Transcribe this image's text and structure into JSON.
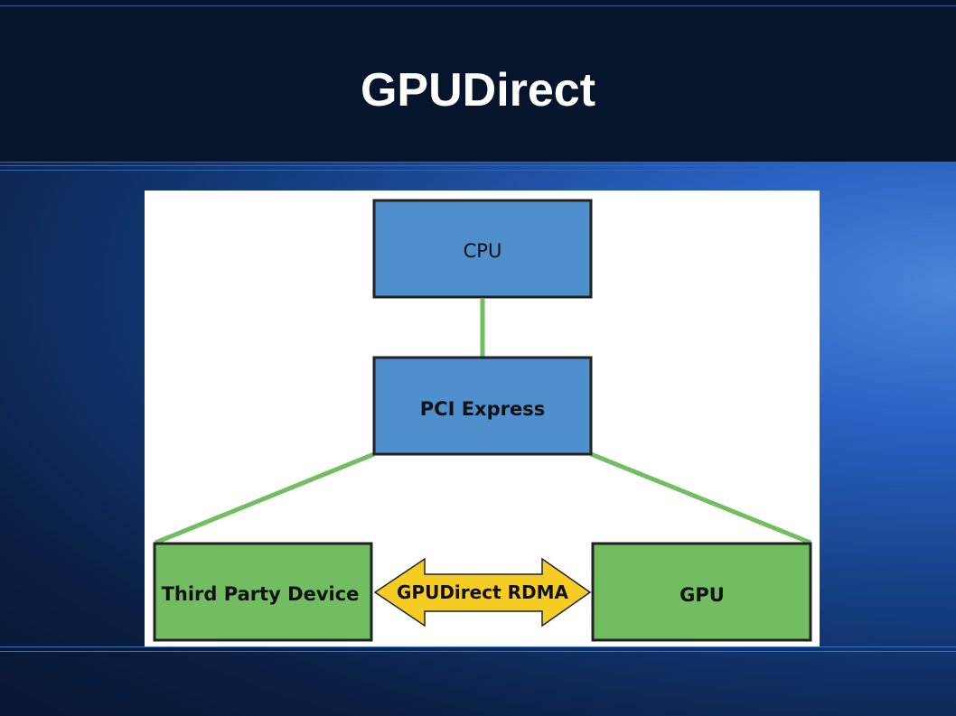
{
  "slide": {
    "title": "GPUDirect"
  },
  "diagram": {
    "nodes": {
      "cpu": "CPU",
      "pci": "PCI Express",
      "third_party": "Third Party Device",
      "gpu": "GPU"
    },
    "arrow_label": "GPUDirect RDMA",
    "colors": {
      "blue_box": "#4f8fcd",
      "green_box": "#72bd62",
      "connector": "#72bd62",
      "arrow": "#f5cc22",
      "border": "#222222"
    }
  }
}
